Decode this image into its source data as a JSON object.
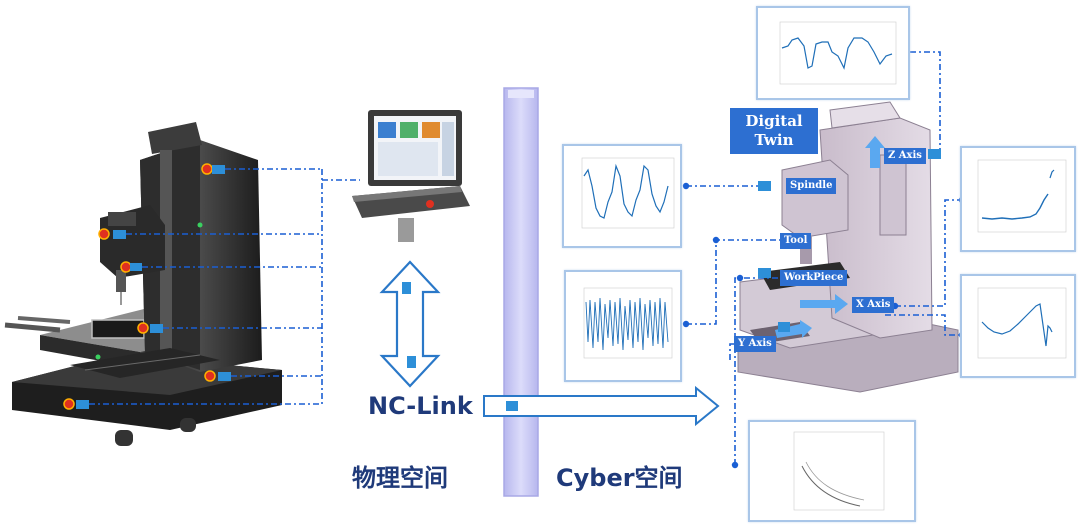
{
  "labels": {
    "nc_link": "NC-Link",
    "physical_space": "物理空间",
    "cyber_space": "Cyber空间",
    "digital_twin_line1": "Digital",
    "digital_twin_line2": "Twin"
  },
  "axis_tags": {
    "spindle": "Spindle",
    "tool": "Tool",
    "workpiece": "WorkPiece",
    "x_axis": "X Axis",
    "y_axis": "Y Axis",
    "z_axis": "Z Axis"
  },
  "colors": {
    "link_line": "#1a5fd4",
    "signal_blue": "#1f6fb8",
    "space_bar": "#c8c8f4",
    "label_text": "#1f3a7a",
    "sensor_red": "#e03020",
    "sensor_chip": "#2d8fd8"
  },
  "icons": {
    "two_way_arrow": "double-headed-vertical-arrow-icon",
    "data_arrow": "right-arrow-icon",
    "machine": "cnc-machine-icon",
    "terminal": "cnc-controller-icon"
  }
}
